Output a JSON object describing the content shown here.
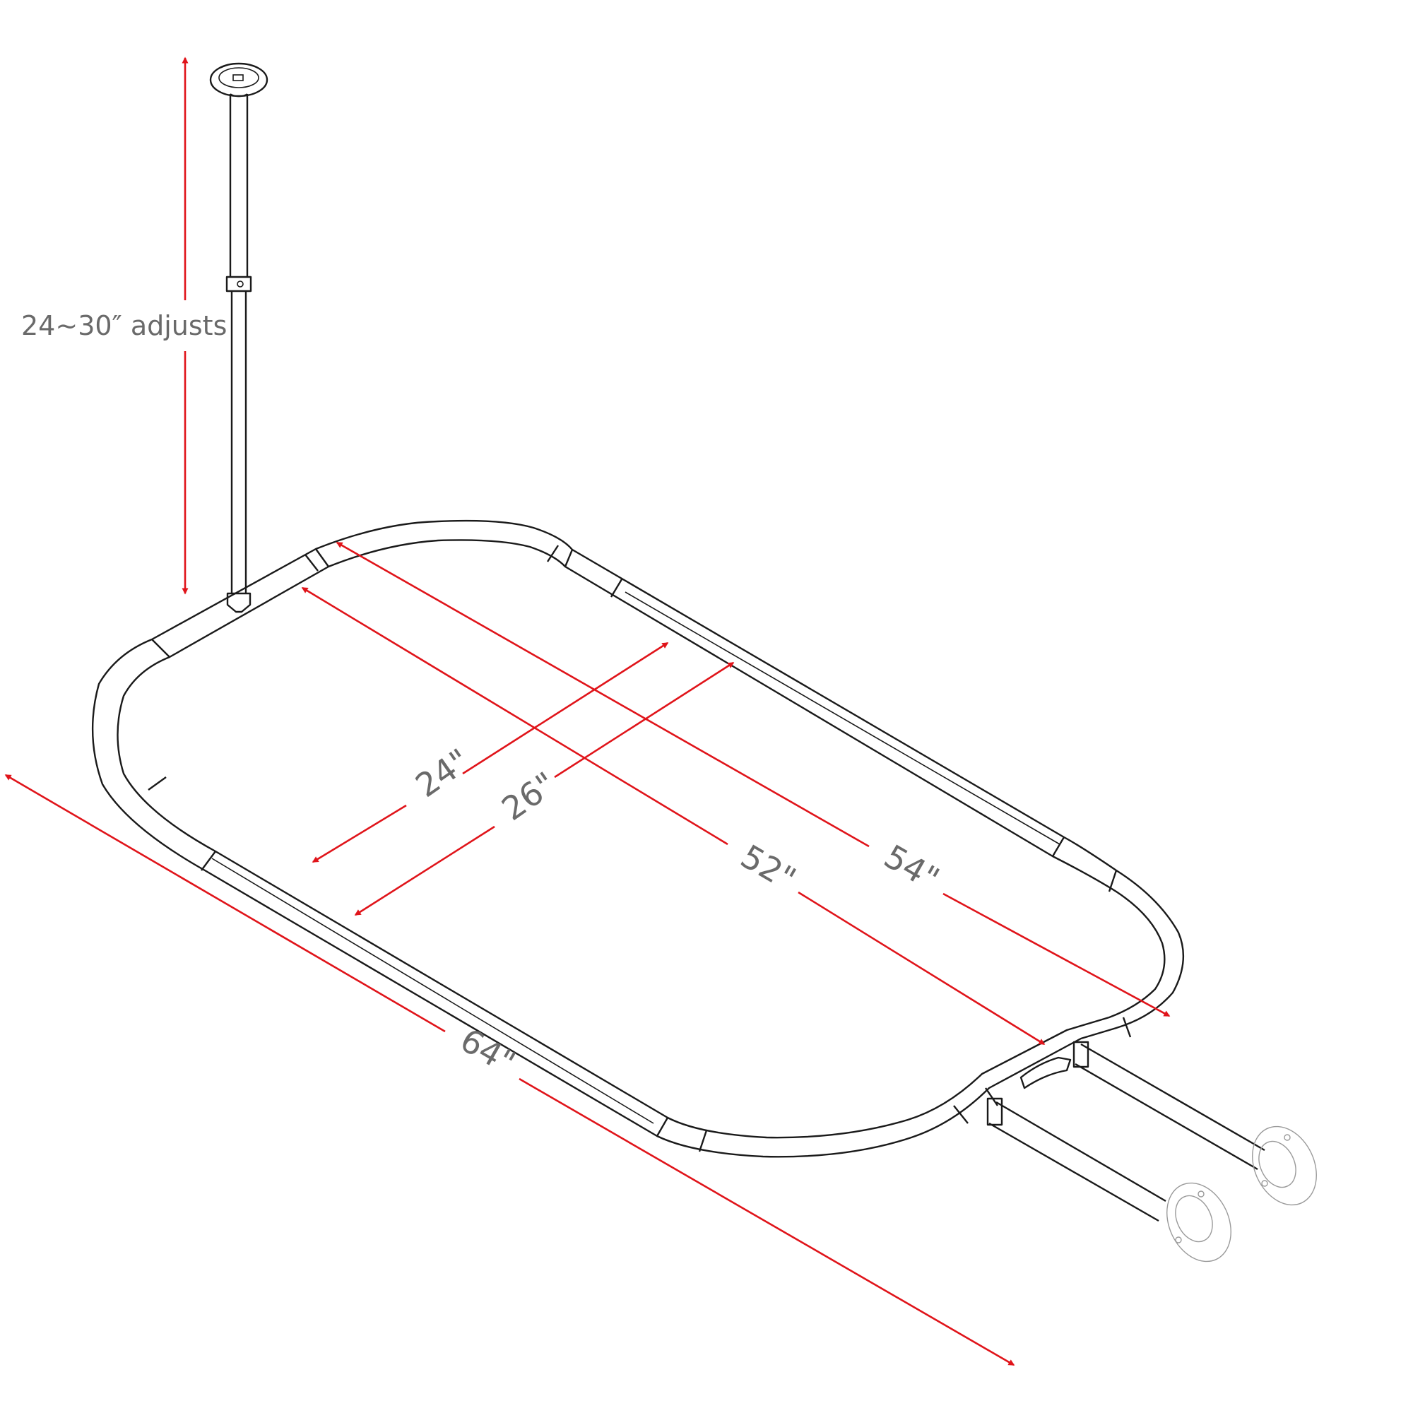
{
  "dimensions": {
    "post_height": "24~30″ adjusts",
    "inner_width": "24\"",
    "outer_width": "26\"",
    "inner_length": "52\"",
    "outer_length": "54\"",
    "overall_length": "64\""
  },
  "colors": {
    "arrow": "#e0141a",
    "label": "#6a6a6a",
    "line": "#1a1a1a"
  }
}
